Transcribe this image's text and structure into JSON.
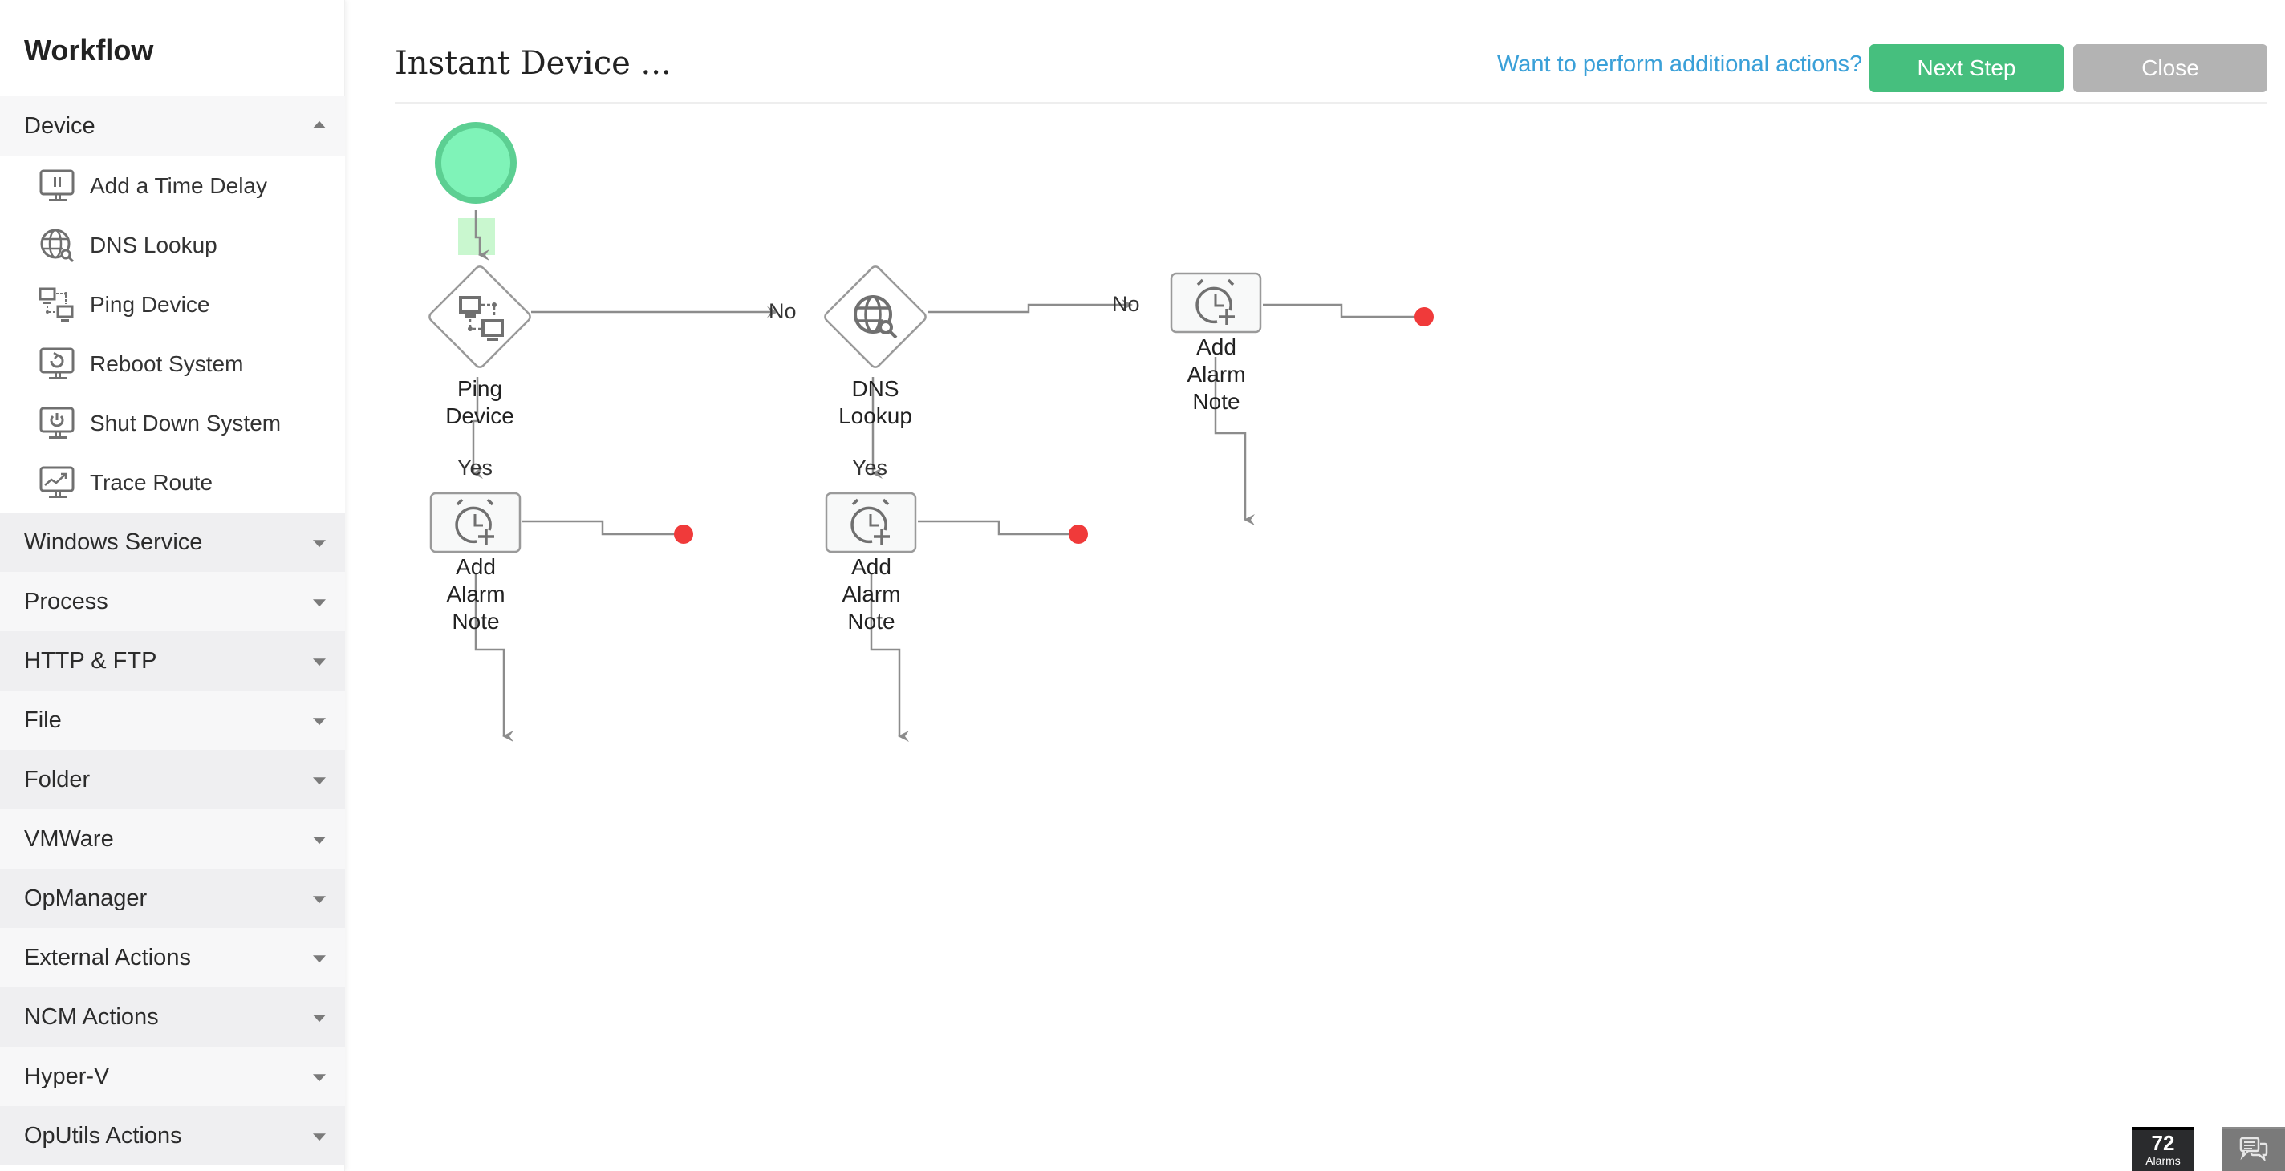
{
  "sidebar": {
    "title": "Workflow",
    "expanded_category": {
      "label": "Device",
      "items": [
        {
          "label": "Add a Time Delay",
          "icon": "monitor-pause-icon"
        },
        {
          "label": "DNS Lookup",
          "icon": "globe-search-icon"
        },
        {
          "label": "Ping Device",
          "icon": "network-devices-icon"
        },
        {
          "label": "Reboot System",
          "icon": "monitor-reboot-icon"
        },
        {
          "label": "Shut Down System",
          "icon": "monitor-power-icon"
        },
        {
          "label": "Trace Route",
          "icon": "monitor-trend-icon"
        }
      ]
    },
    "categories": [
      {
        "label": "Windows Service"
      },
      {
        "label": "Process"
      },
      {
        "label": "HTTP & FTP"
      },
      {
        "label": "File"
      },
      {
        "label": "Folder"
      },
      {
        "label": "VMWare"
      },
      {
        "label": "OpManager"
      },
      {
        "label": "External Actions"
      },
      {
        "label": "NCM Actions"
      },
      {
        "label": "Hyper-V"
      },
      {
        "label": "OpUtils Actions"
      }
    ]
  },
  "header": {
    "title": "Instant Device ...",
    "additional_actions_link": "Want to perform additional actions?",
    "next_step_label": "Next Step",
    "close_label": "Close"
  },
  "workflow": {
    "nodes": {
      "ping": {
        "label_line1": "Ping",
        "label_line2": "Device",
        "icon": "network-devices-icon"
      },
      "dns": {
        "label_line1": "DNS",
        "label_line2": "Lookup",
        "icon": "globe-search-icon"
      },
      "alarm_top": {
        "label_line1": "Add",
        "label_line2": "Alarm",
        "label_line3": "Note",
        "icon": "alarm-add-icon"
      },
      "alarm_ping_yes": {
        "label_line1": "Add",
        "label_line2": "Alarm",
        "label_line3": "Note",
        "icon": "alarm-add-icon"
      },
      "alarm_dns_yes": {
        "label_line1": "Add",
        "label_line2": "Alarm",
        "label_line3": "Note",
        "icon": "alarm-add-icon"
      }
    },
    "branch_labels": {
      "ping_no": "No",
      "ping_yes": "Yes",
      "dns_no": "No",
      "dns_yes": "Yes"
    }
  },
  "footer": {
    "alarms_count": "72",
    "alarms_label": "Alarms"
  },
  "colors": {
    "next_step": "#46bf7e",
    "close": "#b3b3b3",
    "link": "#3aa0d8",
    "start_node_fill": "#7ff3b8",
    "start_node_stroke": "#5ccf92",
    "end_node": "#f03a3a",
    "connector": "#8c8c8c"
  }
}
